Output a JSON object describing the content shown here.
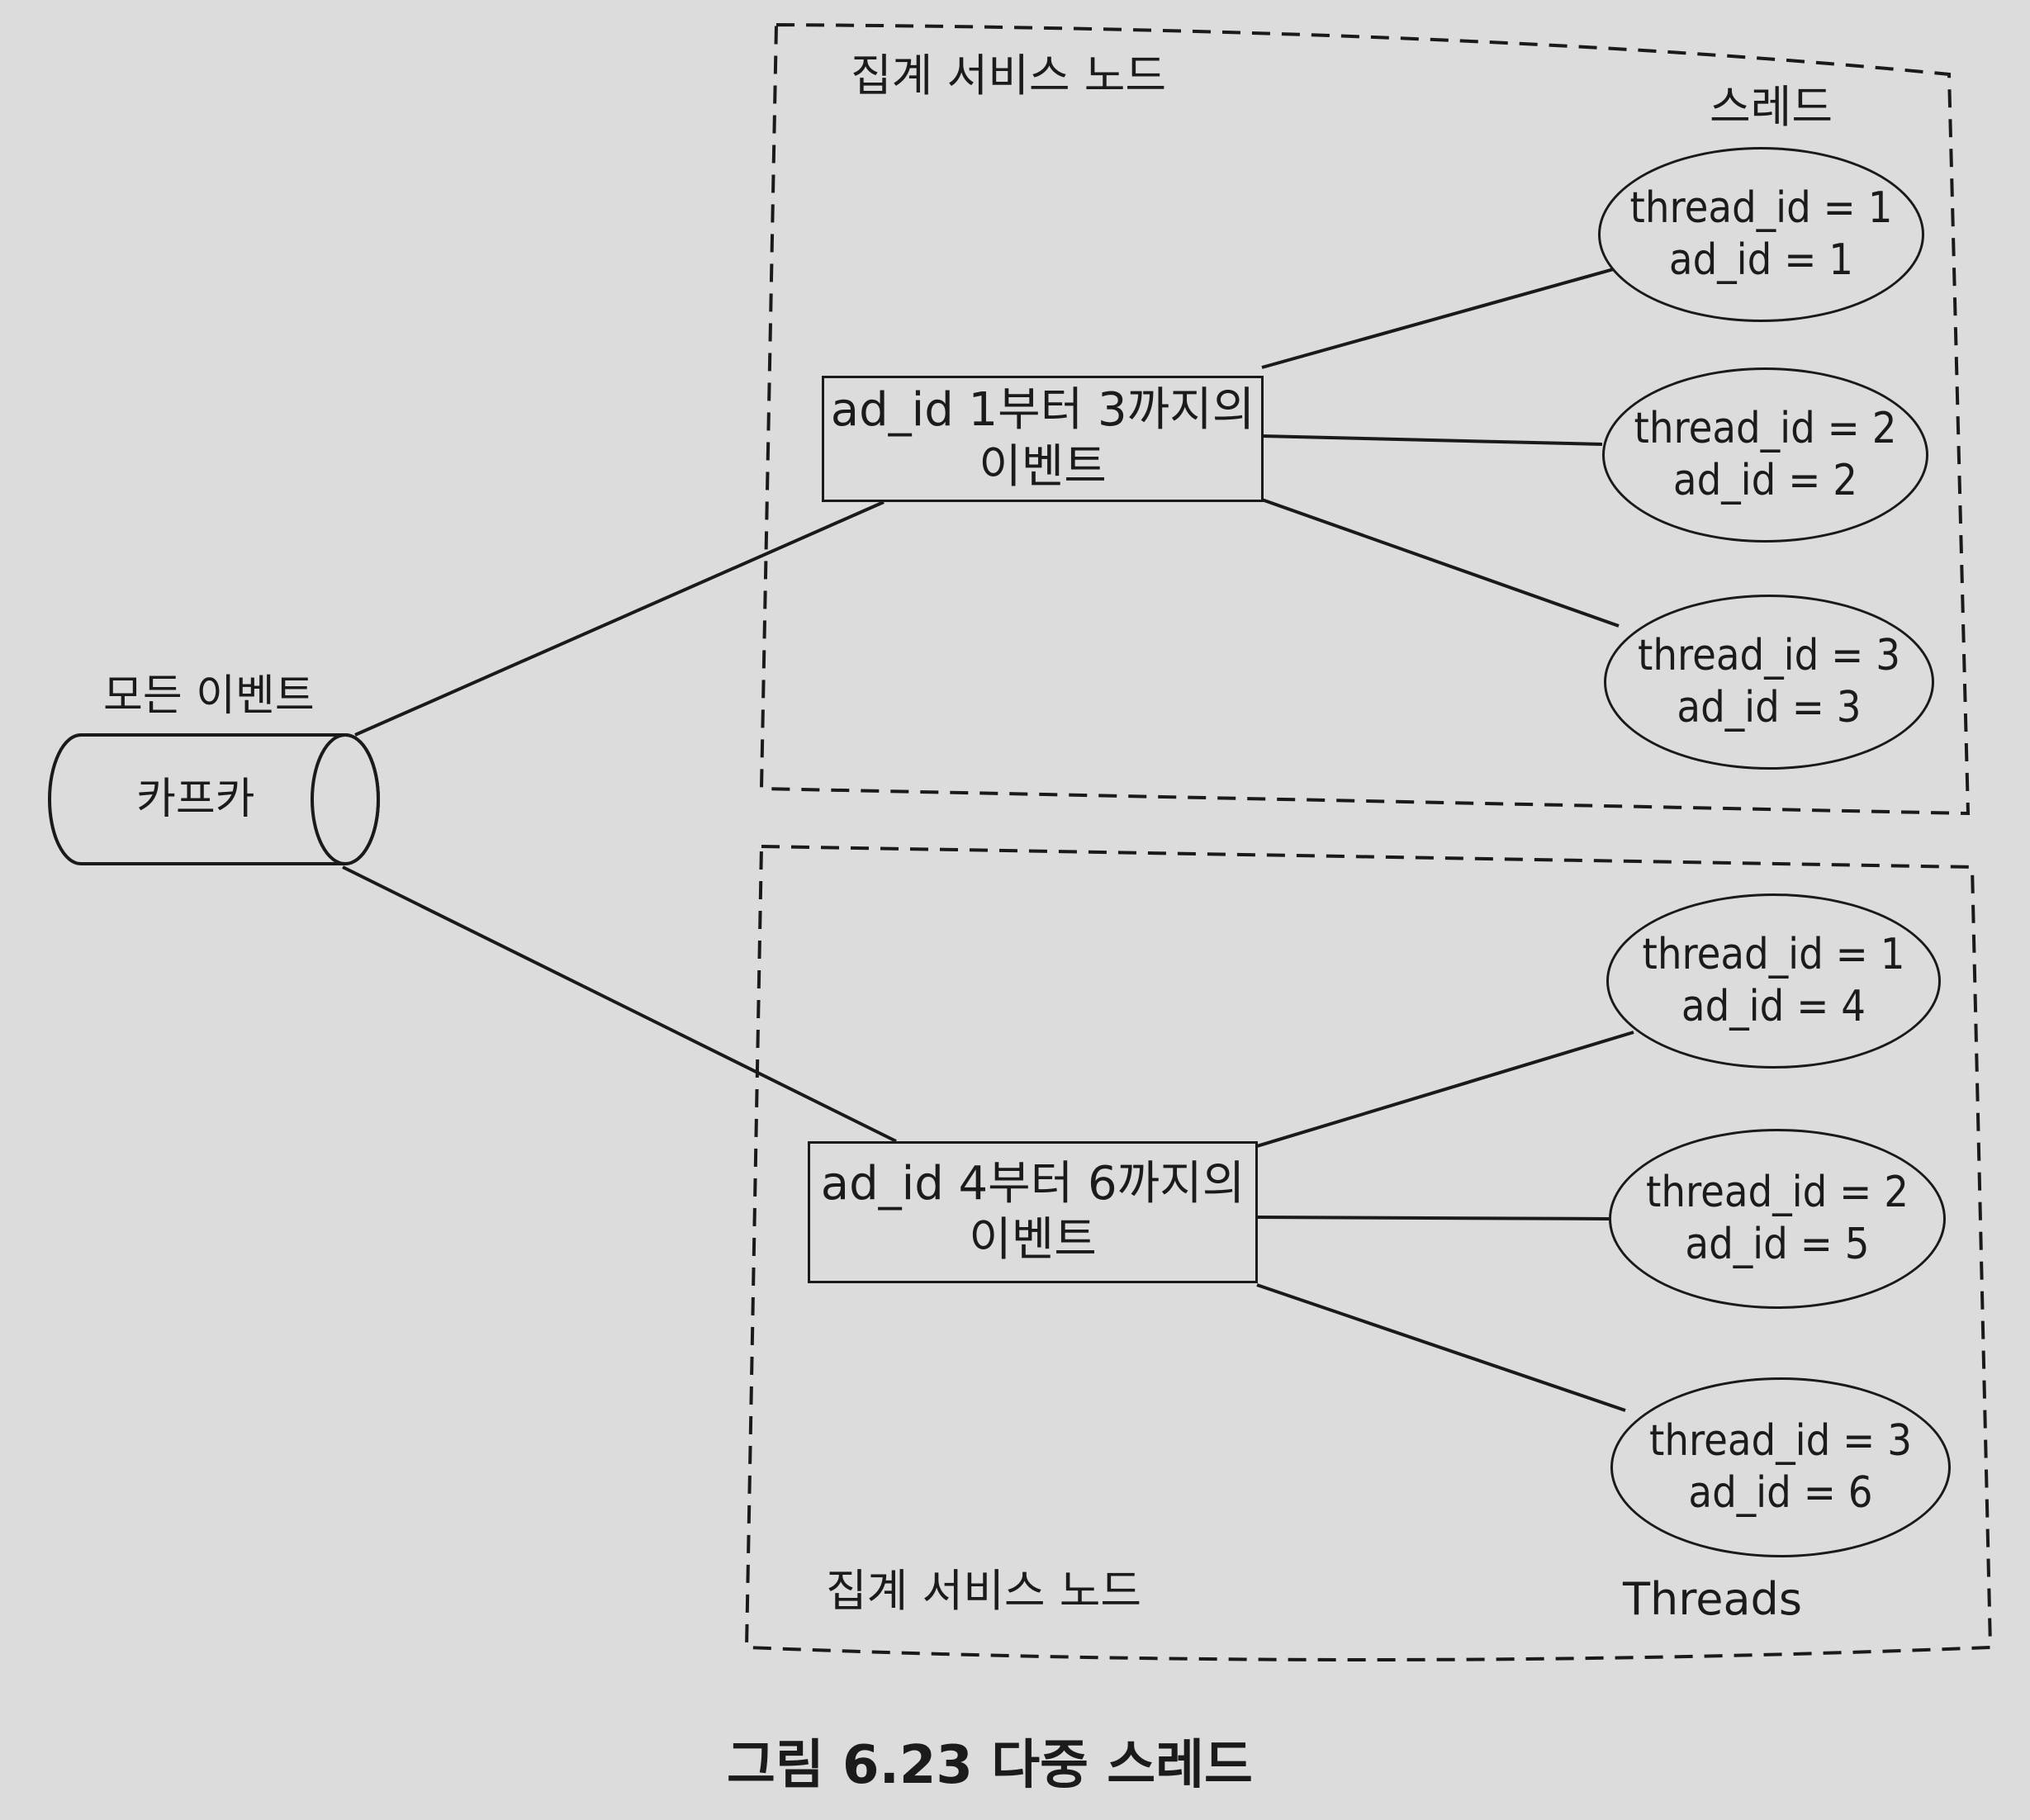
{
  "source": {
    "title": "모든 이벤트",
    "name": "카프카"
  },
  "groups": [
    {
      "title": "집계 서비스 노드",
      "threads_label": "스레드",
      "range": {
        "line1": "ad_id 1부터 3까지의",
        "line2": "이벤트"
      },
      "threads": [
        {
          "thread": "thread_id = 1",
          "ad": "ad_id = 1"
        },
        {
          "thread": "thread_id = 2",
          "ad": "ad_id = 2"
        },
        {
          "thread": "thread_id = 3",
          "ad": "ad_id = 3"
        }
      ]
    },
    {
      "title": "집계 서비스 노드",
      "threads_label": "Threads",
      "range": {
        "line1": "ad_id 4부터 6까지의",
        "line2": "이벤트"
      },
      "threads": [
        {
          "thread": "thread_id = 1",
          "ad": "ad_id = 4"
        },
        {
          "thread": "thread_id = 2",
          "ad": "ad_id = 5"
        },
        {
          "thread": "thread_id = 3",
          "ad": "ad_id = 6"
        }
      ]
    }
  ],
  "caption": "그림 6.23 다중 스레드"
}
